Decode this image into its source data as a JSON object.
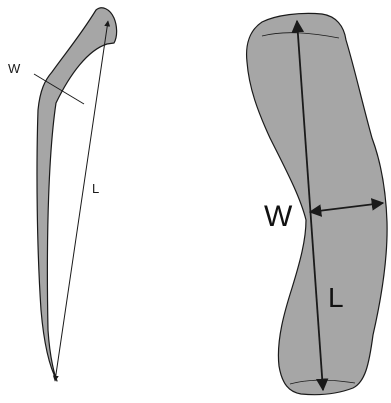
{
  "left_diagram": {
    "width_label": "W",
    "length_label": "L"
  },
  "right_diagram": {
    "width_label": "W",
    "length_label": "L"
  }
}
